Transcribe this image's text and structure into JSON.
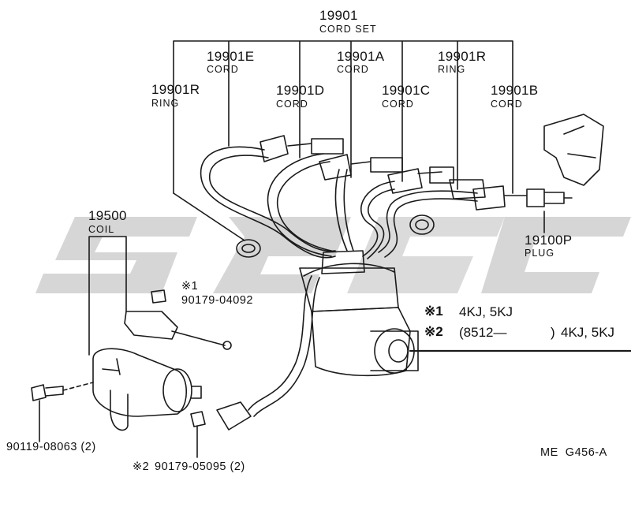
{
  "labels": {
    "cord_set": {
      "number": "19901",
      "name": "CORD SET"
    },
    "cord_e": {
      "number": "19901E",
      "name": "CORD"
    },
    "cord_a": {
      "number": "19901A",
      "name": "CORD"
    },
    "ring_top": {
      "number": "19901R",
      "name": "RING"
    },
    "ring_left": {
      "number": "19901R",
      "name": "RING"
    },
    "cord_d": {
      "number": "19901D",
      "name": "CORD"
    },
    "cord_c": {
      "number": "19901C",
      "name": "CORD"
    },
    "cord_b": {
      "number": "19901B",
      "name": "CORD"
    },
    "coil": {
      "number": "19500",
      "name": "COIL"
    },
    "plug": {
      "number": "19100P",
      "name": "PLUG"
    }
  },
  "parts": {
    "nut_note1": {
      "mark": "※1",
      "code": "90179-04092"
    },
    "bolt": {
      "code": "90119-08063 (2)"
    },
    "nut_note2": {
      "mark": "※2",
      "code": "90179-05095 (2)"
    }
  },
  "notes": {
    "note1": {
      "mark": "※1",
      "text": "4KJ, 5KJ"
    },
    "note2": {
      "mark": "※2",
      "range_start": "(8512—",
      "range_end": ")",
      "text": "4KJ, 5KJ"
    }
  },
  "figure_code": "ME  G456-A",
  "colors": {
    "line": "#1a1a1a",
    "watermark": "#c8c8c8"
  }
}
